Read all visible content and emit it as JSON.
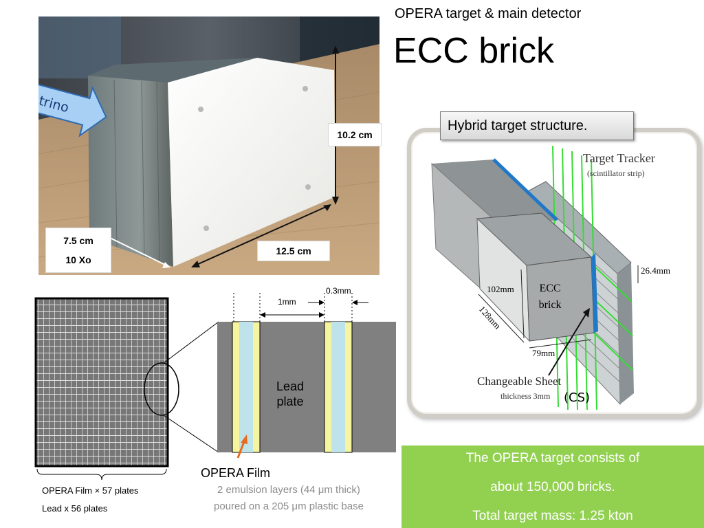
{
  "header": {
    "subtitle": "OPERA target & main detector",
    "title": "ECC brick"
  },
  "photo": {
    "neutrino_label": "neutrino",
    "height_label": "10.2 cm",
    "length_label": "12.5 cm",
    "depth_label": "7.5 cm",
    "radiation_label": "10 Xo"
  },
  "hybrid": {
    "caption": "Hybrid target structure.",
    "target_tracker": "Target Tracker",
    "target_tracker_sub": "(scintillator strip)",
    "spacing": "26.4mm",
    "ecc_line1": "ECC",
    "ecc_line2": "brick",
    "dim_102": "102mm",
    "dim_128": "128mm",
    "dim_79": "79mm",
    "cs_label": "Changeable Sheet",
    "cs_thickness": "thickness 3mm",
    "cs_abbrev": "(CS)"
  },
  "info": {
    "line1": "The OPERA target consists of",
    "line2": "about 150,000 bricks.",
    "line3": "Total target mass: 1.25 kton"
  },
  "stack": {
    "film_plates": "OPERA Film × 57 plates",
    "lead_plates": "Lead x 56 plates"
  },
  "detail": {
    "dim_1mm": "1mm",
    "dim_03mm": "0.3mm",
    "lead_line1": "Lead",
    "lead_line2": "plate",
    "film_label": "OPERA Film",
    "film_desc1": "2 emulsion layers (44 μm thick)",
    "film_desc2": "poured on a 205 μm plastic base"
  },
  "colors": {
    "info_bg": "#92d050",
    "film_emulsion": "#f5f5a0",
    "film_base": "#bfe3ea",
    "lead": "#808080",
    "cs_blue": "#1f78c8",
    "tracker_green": "#33dd33",
    "arrow_orange": "#e86a1a",
    "neutrino_arrow": "#a8d0f5"
  }
}
